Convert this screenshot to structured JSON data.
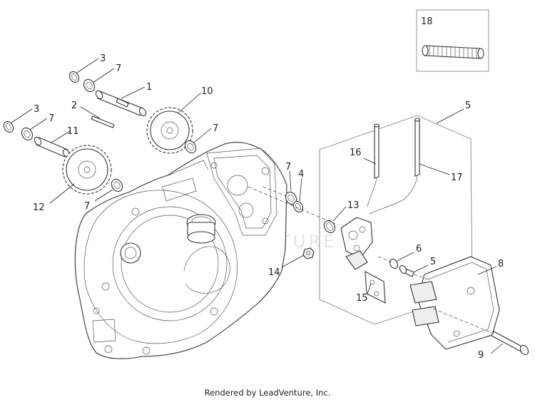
{
  "diagram": {
    "callouts": [
      "1",
      "2",
      "3",
      "3",
      "4",
      "5",
      "6",
      "7",
      "7",
      "7",
      "7",
      "7",
      "8",
      "9",
      "10",
      "11",
      "12",
      "13",
      "14",
      "15",
      "16",
      "17",
      "18"
    ]
  },
  "watermark": "LEADVENTURE",
  "footer": "Rendered by LeadVenture, Inc."
}
